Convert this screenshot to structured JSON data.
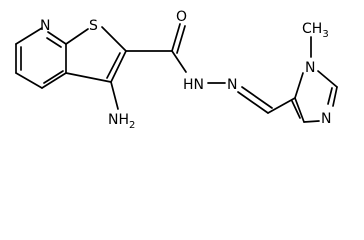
{
  "molecule": {
    "atoms": {
      "pyridine_n": "N",
      "thiophene_s": "S",
      "carbonyl_o": "O",
      "amino": "NH",
      "amino_h2": "2",
      "hydrazide_nh": "HN",
      "hydrazone_n": "N",
      "methyl": "CH",
      "methyl_h3": "3",
      "imidazole_n_methyl": "N",
      "imidazole_n": "N"
    },
    "colors": {
      "bond": "#000000",
      "label": "#000000",
      "background": "#ffffff"
    }
  }
}
